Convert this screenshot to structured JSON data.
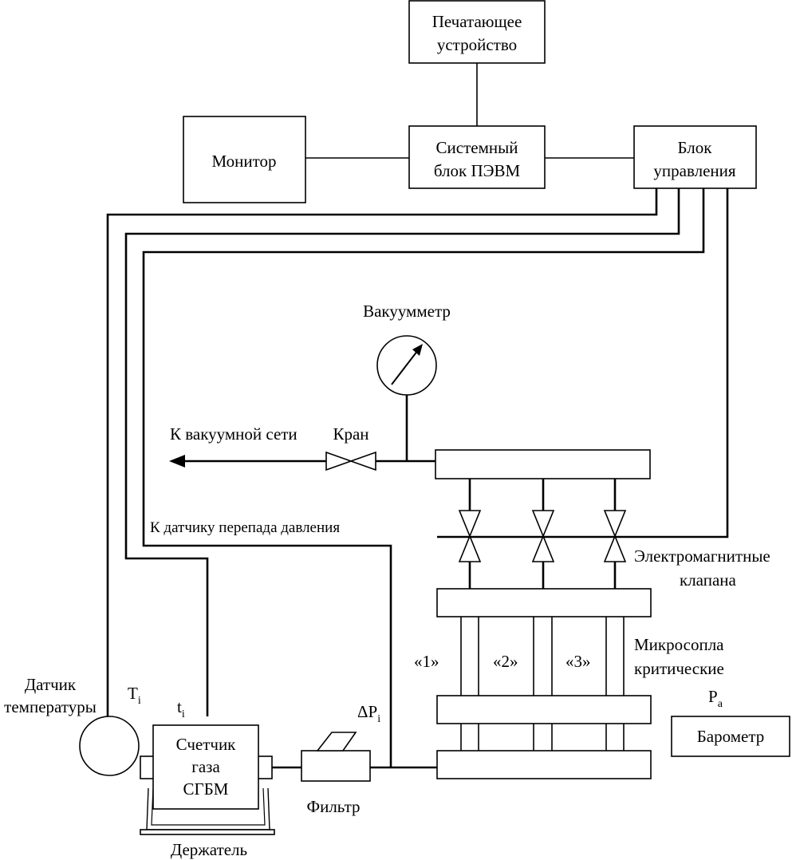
{
  "blocks": {
    "printer_line1": "Печатающее",
    "printer_line2": "устройство",
    "monitor": "Монитор",
    "system_unit_line1": "Системный",
    "system_unit_line2": "блок ПЭВМ",
    "control_unit_line1": "Блок",
    "control_unit_line2": "управления",
    "barometer": "Барометр",
    "gas_meter_line1": "Счетчик",
    "gas_meter_line2": "газа",
    "gas_meter_line3": "СГБМ"
  },
  "labels": {
    "vacuum_gauge": "Вакуумметр",
    "to_vacuum_network": "К вакуумной сети",
    "valve": "Кран",
    "to_pressure_sensor": "К датчику перепада давления",
    "solenoid_valves_line1": "Электромагнитные",
    "solenoid_valves_line2": "клапана",
    "micronozzles_line1": "Микросопла",
    "micronozzles_line2": "критические",
    "nozzle_1": "«1»",
    "nozzle_2": "«2»",
    "nozzle_3": "«3»",
    "pa_main": "P",
    "pa_sub": "a",
    "temp_sensor_line1": "Датчик",
    "temp_sensor_line2": "температуры",
    "Ti_main": "T",
    "Ti_sub": "i",
    "ti_main": "t",
    "ti_sub": "i",
    "dPi_main": "ΔP",
    "dPi_sub": "i",
    "filter": "Фильтр",
    "holder": "Держатель"
  },
  "icons": {
    "gauge": "gauge-dial-icon",
    "valve": "bowtie-valve-icon",
    "arrow": "arrow-left-icon"
  }
}
